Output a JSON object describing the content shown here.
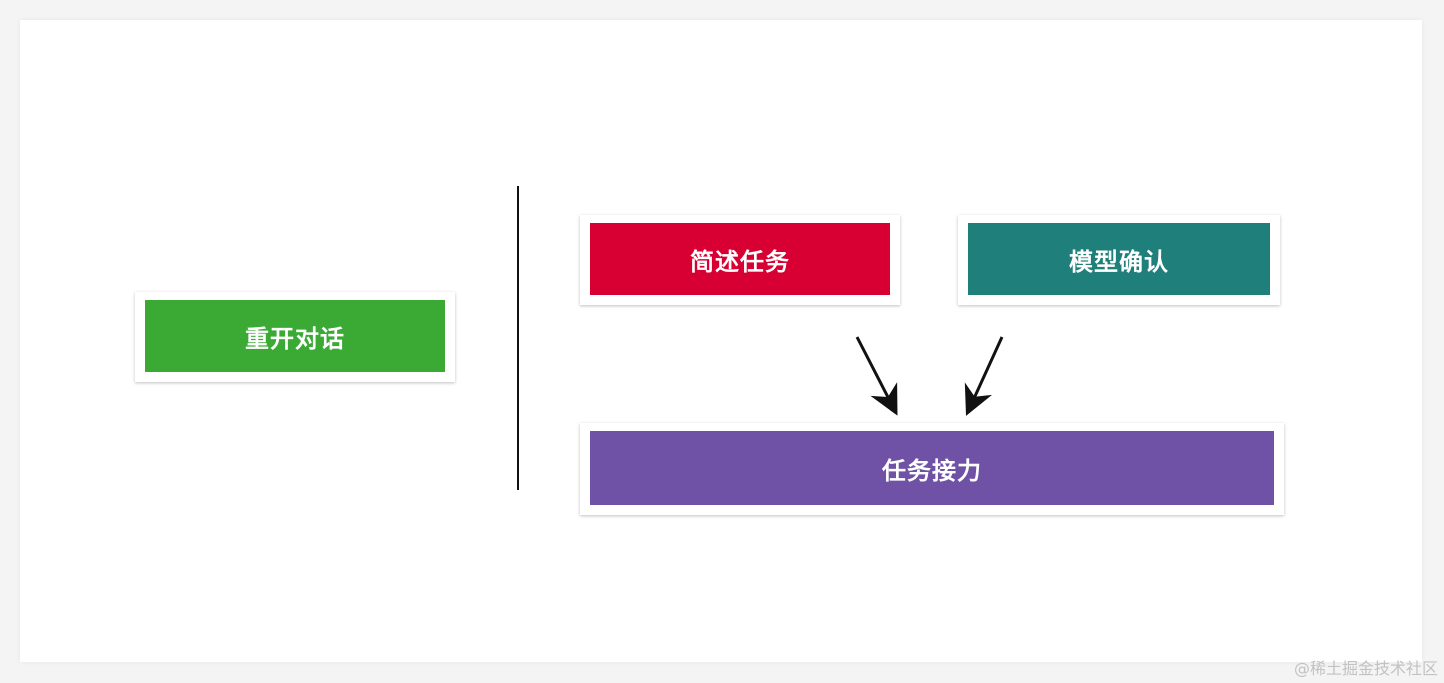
{
  "left_section": {
    "box": {
      "label": "重开对话",
      "color": "#3aaa35"
    }
  },
  "right_section": {
    "top_left_box": {
      "label": "简述任务",
      "color": "#d80032"
    },
    "top_right_box": {
      "label": "模型确认",
      "color": "#1f7f7a"
    },
    "bottom_box": {
      "label": "任务接力",
      "color": "#6f52a6"
    }
  },
  "watermark": "@稀土掘金技术社区"
}
